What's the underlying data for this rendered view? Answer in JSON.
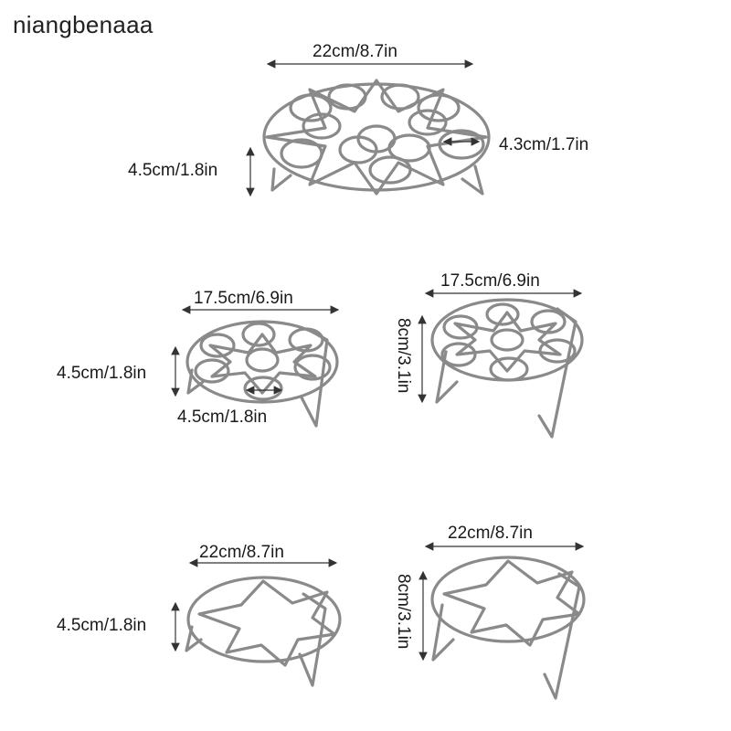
{
  "watermark": "niangbenaaa",
  "products": [
    {
      "name": "rack-large-egg",
      "labels": {
        "width": "22cm/8.7in",
        "height": "4.5cm/1.8in",
        "hole": "4.3cm/1.7in"
      }
    },
    {
      "name": "rack-small-egg-short",
      "labels": {
        "width": "17.5cm/6.9in",
        "height": "4.5cm/1.8in",
        "hole": "4.5cm/1.8in"
      }
    },
    {
      "name": "rack-small-egg-tall",
      "labels": {
        "width": "17.5cm/6.9in",
        "height": "8cm/3.1in"
      }
    },
    {
      "name": "rack-star-short",
      "labels": {
        "width": "22cm/8.7in",
        "height": "4.5cm/1.8in"
      }
    },
    {
      "name": "rack-star-tall",
      "labels": {
        "width": "22cm/8.7in",
        "height": "8cm/3.1in"
      }
    }
  ]
}
